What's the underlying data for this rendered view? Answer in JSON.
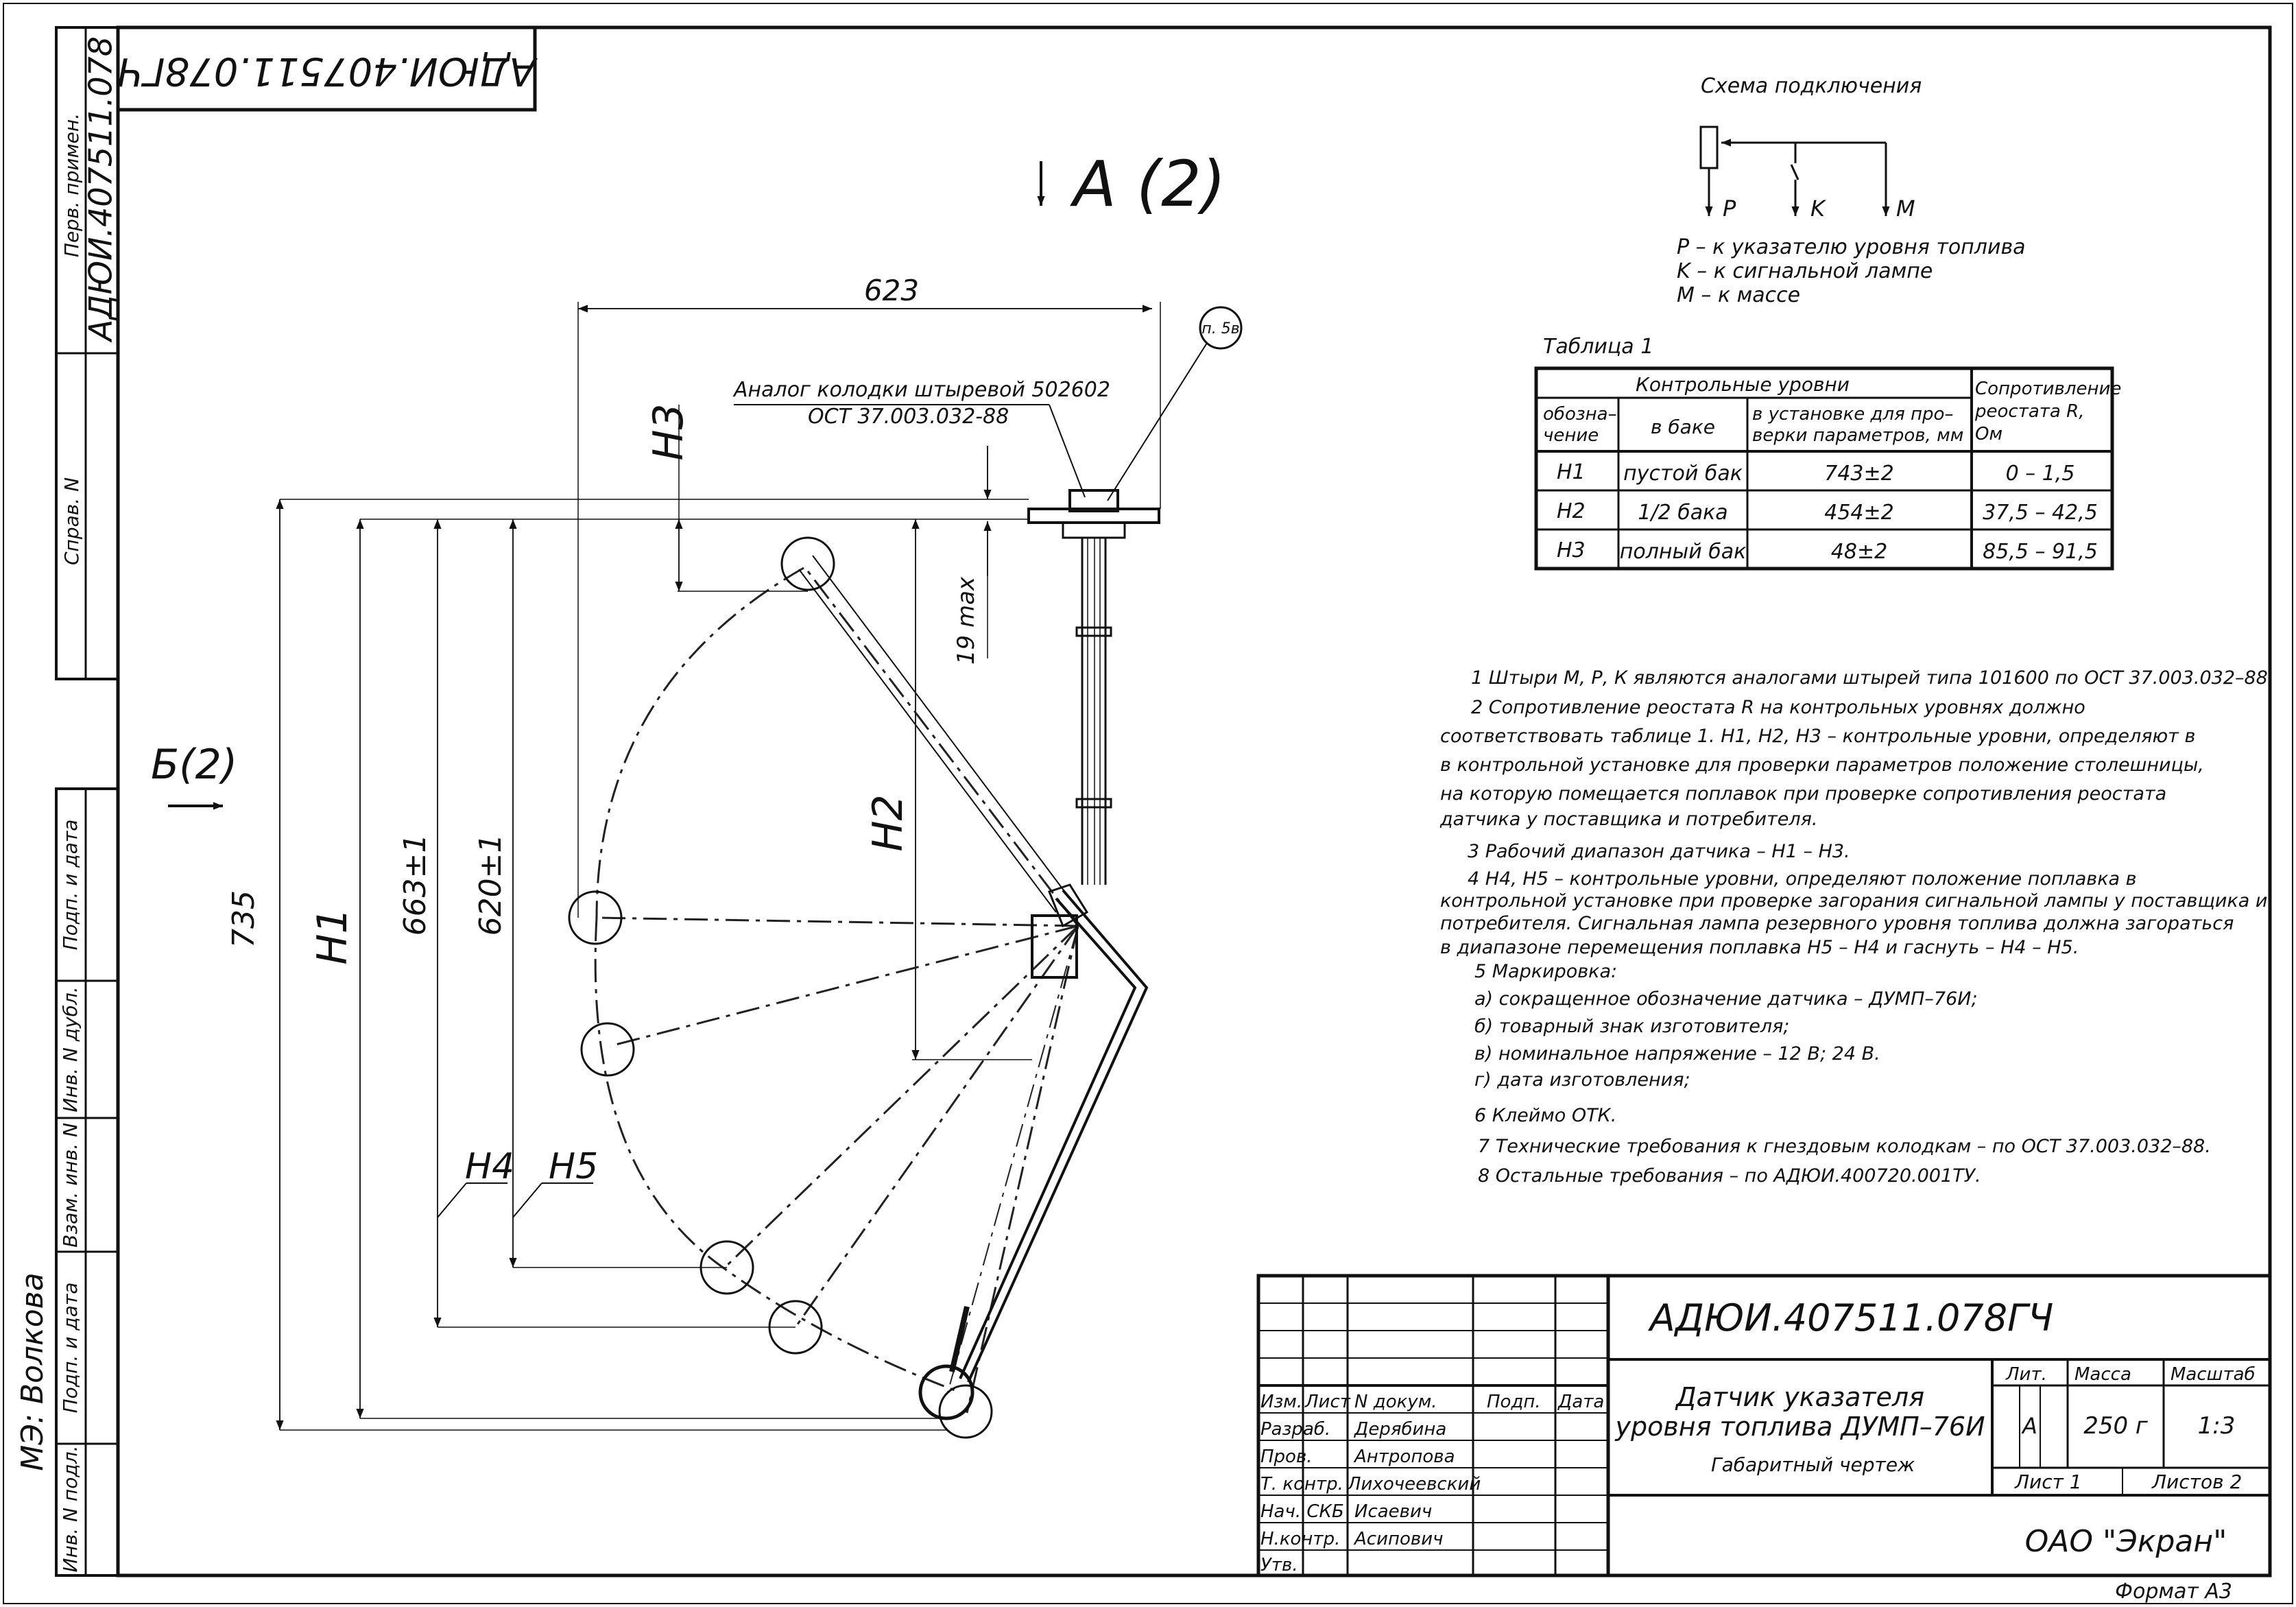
{
  "sheet": {
    "top_stamp": "АДЮИ.407511.078ГЧ",
    "side_stamp": "АДЮИ.407511.078",
    "format": "Формат А3",
    "me_signature": "МЭ: Волкова"
  },
  "left_strip": {
    "perv_primen": "Перв. примен.",
    "sprav_n": "Справ. N",
    "podp_data_1": "Подп. и дата",
    "inv_n_dubl": "Инв. N дубл.",
    "vzam_inv": "Взам. инв. N",
    "podp_data_2": "Подп. и дата",
    "inv_n_podl": "Инв. N подл."
  },
  "views": {
    "view_a": "А (2)",
    "view_b": "Б(2)"
  },
  "drawing": {
    "callout": "п. 5в",
    "connector_note_line1": "Аналог колодки штыревой 502602",
    "connector_note_line2": "ОСТ 37.003.032-88",
    "dims": {
      "width": "623",
      "overall": "735",
      "h1": "H1",
      "d663": "663±1",
      "d620": "620±1",
      "h2": "H2",
      "h3": "H3",
      "max19": "19 max",
      "h4": "H4",
      "h5": "H5"
    }
  },
  "scheme": {
    "title": "Схема подключения",
    "p": "P",
    "k": "K",
    "m": "M",
    "legend": [
      "P –  к указателю уровня топлива",
      "K  –  к сигнальной лампе",
      "M  –  к массе"
    ]
  },
  "table1": {
    "caption": "Таблица 1",
    "header_levels": "Контрольные уровни",
    "header_resist_1": "Сопротивление",
    "header_resist_2": "реостата R,",
    "header_resist_3": "Ом",
    "col_desig_1": "обозна–",
    "col_desig_2": "чение",
    "col_tank": "в баке",
    "col_setup_1": "в установке для про–",
    "col_setup_2": "верки параметров,  мм",
    "rows": [
      {
        "desig": "H1",
        "tank": "пустой бак",
        "setup": "743±2",
        "resist": "0  –  1,5"
      },
      {
        "desig": "H2",
        "tank": "1/2 бака",
        "setup": "454±2",
        "resist": "37,5  –  42,5"
      },
      {
        "desig": "H3",
        "tank": "полный бак",
        "setup": "48±2",
        "resist": "85,5  –  91,5"
      }
    ]
  },
  "notes": [
    "1  Штыри М, Р, К являются аналогами штырей типа 101600 по ОСТ 37.003.032–88.",
    "2  Сопротивление реостата R на контрольных уровнях должно",
    "соответствовать таблице 1.  H1, H2, H3 – контрольные уровни, определяют в",
    "в контрольной установке для проверки параметров положение столешницы,",
    "на которую помещается поплавок при проверке сопротивления реостата",
    "датчика у поставщика и потребителя.",
    "3  Рабочий диапазон датчика –  H1 –  H3.",
    "4  H4, H5  –  контрольные уровни, определяют положение поплавка в",
    "контрольной  установке при проверке загорания сигнальной лампы у поставщика и",
    "потребителя. Сигнальная лампа резервного уровня топлива должна загораться",
    "в диапазоне перемещения поплавка H5 – H4 и гаснуть –   H4 – H5.",
    "5  Маркировка:",
    "а)  сокращенное обозначение датчика –  ДУМП–76И;",
    "б)  товарный знак изготовителя;",
    "в)  номинальное напряжение  –  12 В;  24 В.",
    "г)  дата изготовления;",
    "6  Клеймо ОТК.",
    "7  Технические требования к гнездовым колодкам –  по ОСТ 37.003.032–88.",
    "8  Остальные требования –  по   АДЮИ.400720.001ТУ."
  ],
  "title_block": {
    "designation": "АДЮИ.407511.078ГЧ",
    "product_line1": "Датчик указателя",
    "product_line2": "уровня топлива   ДУМП–76И",
    "doc_type": "Габаритный чертеж",
    "lit_label": "Лит.",
    "lit_value": "А",
    "mass_label": "Масса",
    "mass_value": "250 г",
    "scale_label": "Масштаб",
    "scale_value": "1:3",
    "sheet": "Лист  1",
    "sheets": "Листов  2",
    "company": "ОАО \"Экран\"",
    "hdr_izm": "Изм.",
    "hdr_list": "Лист",
    "hdr_ndok": "N докум.",
    "hdr_podp": "Подп.",
    "hdr_data": "Дата",
    "roles": [
      {
        "role": "Разраб.",
        "name": "Дерябина"
      },
      {
        "role": "Пров.",
        "name": "Антропова"
      },
      {
        "role": "Т. контр.",
        "name": "Лихочеевский"
      },
      {
        "role": "Нач. СКБ",
        "name": "Исаевич"
      },
      {
        "role": "Н.контр.",
        "name": "Асипович"
      },
      {
        "role": "Утв.",
        "name": ""
      }
    ]
  }
}
